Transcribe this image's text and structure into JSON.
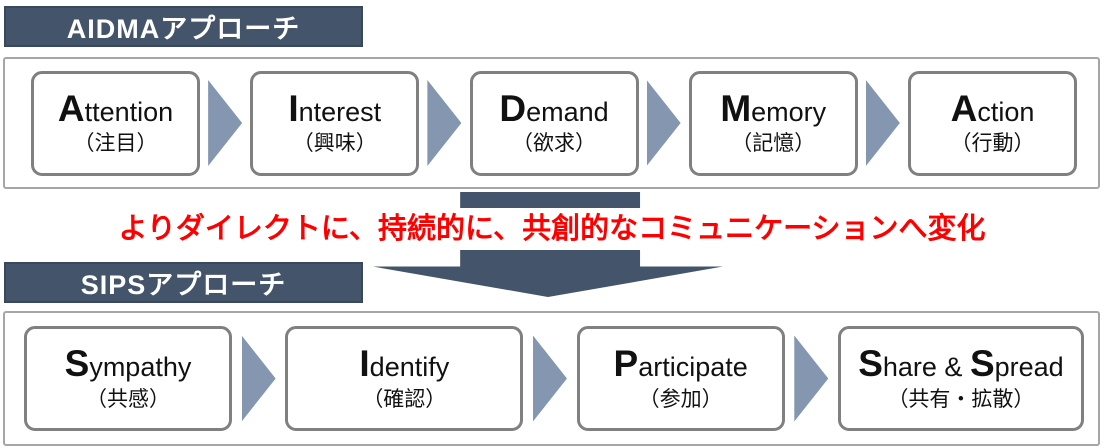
{
  "colors": {
    "header_bg": "#44546a",
    "header_border": "#39485c",
    "big_arrow": "#44546a",
    "small_arrow": "#8496b0",
    "box_border": "#808080",
    "container_border": "#a6a6a6",
    "transition_red": "#ff0000",
    "text_black": "#111111"
  },
  "icons": {
    "step_arrow": "right-triangle-arrow",
    "transition_arrow": "big-down-arrow"
  },
  "aidma": {
    "title": "AIDMAアプローチ",
    "steps": [
      {
        "initial": "A",
        "rest": "ttention",
        "jp": "（注目）"
      },
      {
        "initial": "I",
        "rest": "nterest",
        "jp": "（興味）"
      },
      {
        "initial": "D",
        "rest": "emand",
        "jp": "（欲求）"
      },
      {
        "initial": "M",
        "rest": "emory",
        "jp": "（記憶）"
      },
      {
        "initial": "A",
        "rest": "ction",
        "jp": "（行動）"
      }
    ]
  },
  "transition": {
    "label": "よりダイレクトに、持続的に、共創的なコミュニケーションへ変化"
  },
  "sips": {
    "title": "SIPSアプローチ",
    "steps": [
      {
        "initial": "S",
        "rest": "ympathy",
        "jp": "（共感）"
      },
      {
        "initial": "I",
        "rest": "dentify",
        "jp": "（確認）"
      },
      {
        "initial": "P",
        "rest": "articipate",
        "jp": "（参加）"
      },
      {
        "initial": "S",
        "rest": "hare",
        "sep": " & ",
        "initial2": "S",
        "rest2": "pread",
        "jp": "（共有・拡散）"
      }
    ]
  }
}
